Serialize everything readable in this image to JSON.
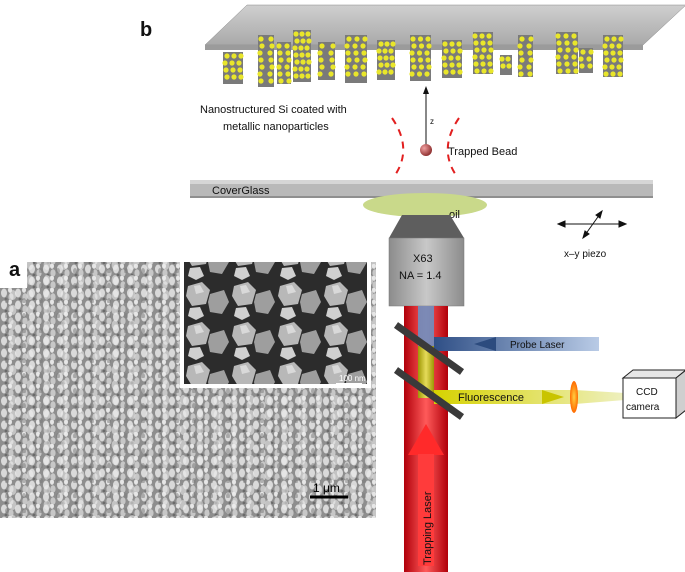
{
  "panels": {
    "a_label": "a",
    "b_label": "b"
  },
  "labels": {
    "substrate_line1": "Nanostructured Si coated with",
    "substrate_line2": "metallic nanoparticles",
    "z_axis": "z",
    "trapped_bead": "Trapped Bead",
    "cover_glass": "CoverGlass",
    "oil": "oil",
    "objective_mag": "X63",
    "objective_na": "NA = 1.4",
    "xy_piezo": "x–y piezo",
    "probe_laser": "Probe Laser",
    "fluorescence": "Fluorescence",
    "ccd_line1": "CCD",
    "ccd_line2": "camera",
    "trapping_laser": "Trapping Laser"
  },
  "sem": {
    "inset_scale": "100 nm",
    "main_scale": "1 μm"
  },
  "colors": {
    "trapping_laser": "#e8141c",
    "probe_laser": "#6e8fc0",
    "fluorescence": "#c8c400",
    "nanoparticle": "#e9e62a",
    "glass": "#b4b4b4",
    "oil": "#c9d98a"
  }
}
